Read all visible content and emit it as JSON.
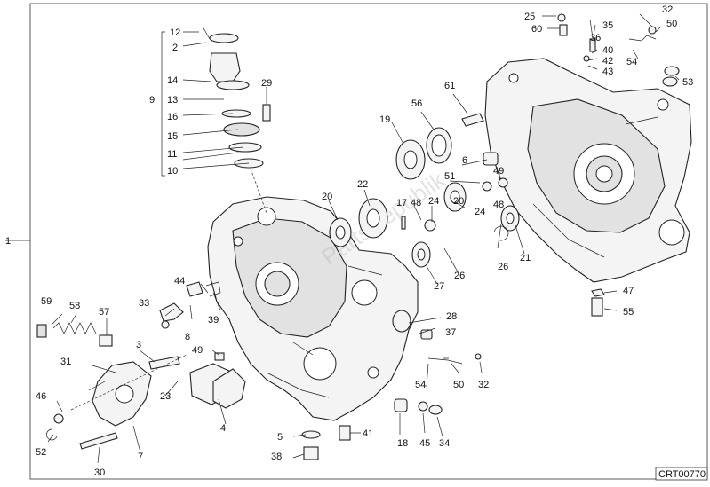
{
  "diagram": {
    "drawing_code": "CRT00770",
    "callouts": {
      "n1": "1",
      "n2": "2",
      "n3": "3",
      "n4": "4",
      "n5": "5",
      "n6": "6",
      "n7": "7",
      "n8": "8",
      "n9": "9",
      "n10": "10",
      "n11": "11",
      "n12": "12",
      "n13": "13",
      "n14": "14",
      "n15": "15",
      "n16": "16",
      "n17": "17",
      "n18": "18",
      "n19": "19",
      "n20a": "20",
      "n20b": "20",
      "n21": "21",
      "n22": "22",
      "n23": "23",
      "n24a": "24",
      "n24b": "24",
      "n25": "25",
      "n26a": "26",
      "n26b": "26",
      "n27": "27",
      "n28": "28",
      "n29": "29",
      "n30": "30",
      "n31": "31",
      "n32a": "32",
      "n32b": "32",
      "n33": "33",
      "n34": "34",
      "n35": "35",
      "n36": "36",
      "n37": "37",
      "n38": "38",
      "n39": "39",
      "n40": "40",
      "n41": "41",
      "n42": "42",
      "n43": "43",
      "n44": "44",
      "n45": "45",
      "n46": "46",
      "n47": "47",
      "n48a": "48",
      "n48b": "48",
      "n49": "49",
      "n50a": "50",
      "n50b": "50",
      "n51": "51",
      "n52": "52",
      "n53": "53",
      "n54a": "54",
      "n54b": "54",
      "n55": "55",
      "n56": "56",
      "n57": "57",
      "n58": "58",
      "n59": "59",
      "n60": "60",
      "n61": "61"
    }
  }
}
